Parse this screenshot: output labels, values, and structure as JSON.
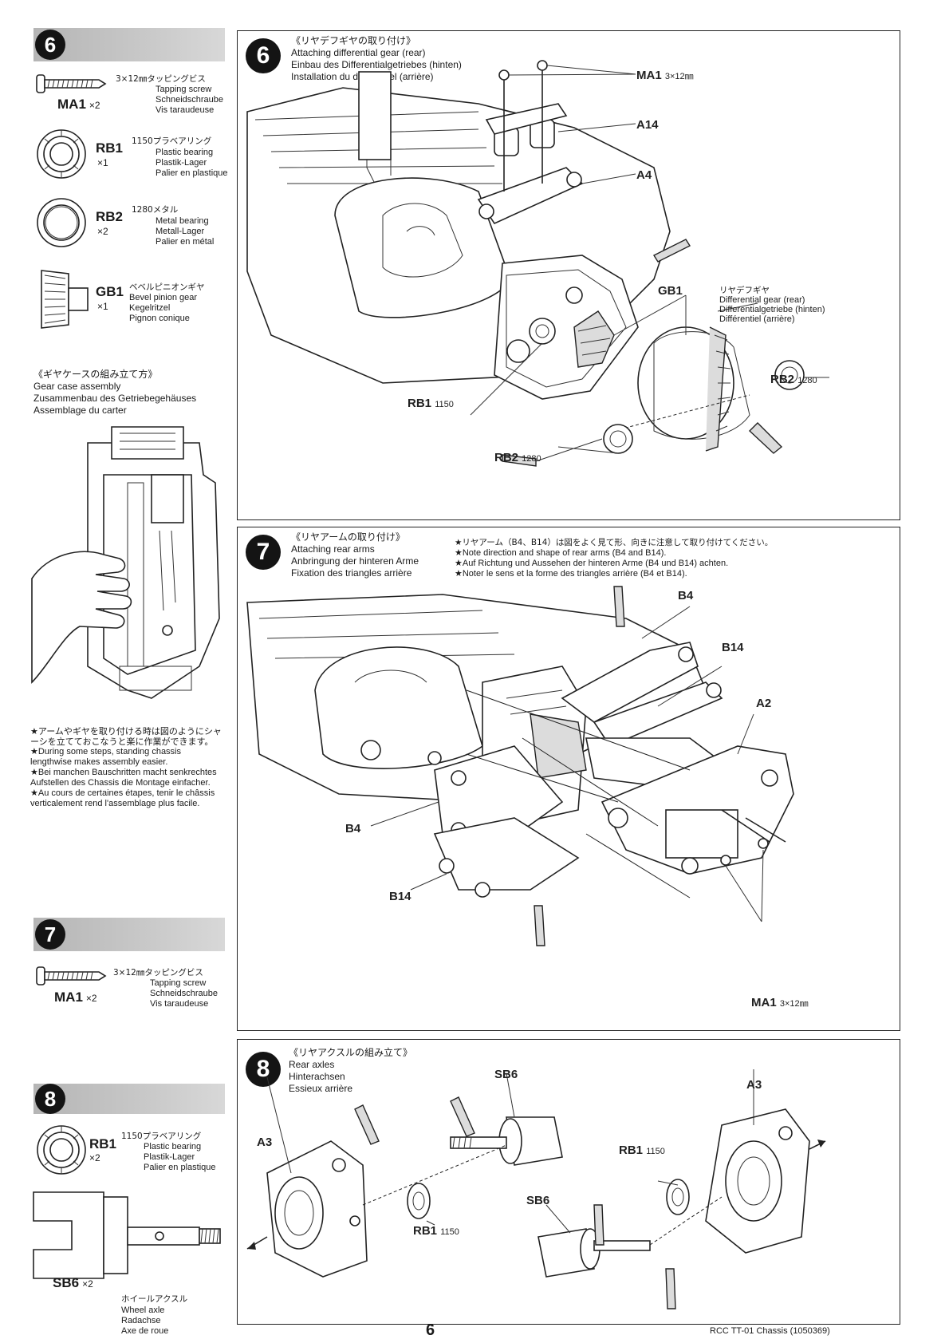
{
  "left": {
    "step6": {
      "num": "6",
      "parts": [
        {
          "code": "MA1",
          "qty": "×2",
          "jp": "3×12㎜タッピングビス",
          "lines": [
            "Tapping screw",
            "Schneidschraube",
            "Vis taraudeuse"
          ]
        },
        {
          "code": "RB1",
          "qty": "×1",
          "jp": "1150プラベアリング",
          "lines": [
            "Plastic bearing",
            "Plastik-Lager",
            "Palier en plastique"
          ]
        },
        {
          "code": "RB2",
          "qty": "×2",
          "jp": "1280メタル",
          "lines": [
            "Metal bearing",
            "Metall-Lager",
            "Palier en métal"
          ]
        },
        {
          "code": "GB1",
          "qty": "×1",
          "jp": "ベベルピニオンギヤ",
          "lines": [
            "Bevel pinion gear",
            "Kegelritzel",
            "Pignon conique"
          ]
        }
      ]
    },
    "gearcase": {
      "jp": "《ギヤケースの組み立て方》",
      "lines": [
        "Gear case assembly",
        "Zusammenbau des Getriebegehäuses",
        "Assemblage du carter"
      ]
    },
    "tip": {
      "jp": "★アームやギヤを取り付ける時は図のようにシャーシを立てておこなうと楽に作業ができます。",
      "en": "★During some steps, standing chassis lengthwise makes assembly easier.",
      "de": "★Bei manchen Bauschritten macht senkrechtes Aufstellen des Chassis die Montage einfacher.",
      "fr": "★Au cours de certaines étapes, tenir le châssis verticalement rend l'assemblage plus facile."
    },
    "step7": {
      "num": "7",
      "parts": [
        {
          "code": "MA1",
          "qty": "×2",
          "jp": "3×12㎜タッピングビス",
          "lines": [
            "Tapping screw",
            "Schneidschraube",
            "Vis taraudeuse"
          ]
        }
      ]
    },
    "step8": {
      "num": "8",
      "parts": [
        {
          "code": "RB1",
          "qty": "×2",
          "jp": "1150プラベアリング",
          "lines": [
            "Plastic bearing",
            "Plastik-Lager",
            "Palier en plastique"
          ]
        },
        {
          "code": "SB6",
          "qty": "×2",
          "jp": "ホイールアクスル",
          "lines": [
            "Wheel axle",
            "Radachse",
            "Axe de roue"
          ]
        }
      ]
    }
  },
  "panel6": {
    "num": "6",
    "jp": "《リヤデフギヤの取り付け》",
    "lines": [
      "Attaching differential gear (rear)",
      "Einbau des Differentialgetriebes (hinten)",
      "Installation du différentiel (arrière)"
    ],
    "labels": {
      "ma1": "MA1",
      "ma1_sub": "3×12㎜",
      "a14": "A14",
      "a4": "A4",
      "gb1": "GB1",
      "diff_jp": "リヤデフギヤ",
      "diff_lines": [
        "Differential gear (rear)",
        "Differentialgetriebe (hinten)",
        "Différentiel (arrière)"
      ],
      "rb2a": "RB2",
      "rb2a_sub": "1280",
      "rb1": "RB1",
      "rb1_sub": "1150",
      "rb2b": "RB2",
      "rb2b_sub": "1280"
    }
  },
  "panel7": {
    "num": "7",
    "jp": "《リヤアームの取り付け》",
    "lines": [
      "Attaching rear arms",
      "Anbringung der hinteren Arme",
      "Fixation des triangles arrière"
    ],
    "notes": [
      "★リヤアーム（B4、B14）は図をよく見て形、向きに注意して取り付けてください。",
      "★Note direction and shape of rear arms (B4 and B14).",
      "★Auf Richtung und Aussehen der hinteren Arme (B4 und B14) achten.",
      "★Noter le sens et la forme des triangles arrière (B4 et B14)."
    ],
    "labels": {
      "b4a": "B4",
      "b14a": "B14",
      "a2": "A2",
      "b4b": "B4",
      "b14b": "B14",
      "ma1": "MA1",
      "ma1_sub": "3×12㎜"
    }
  },
  "panel8": {
    "num": "8",
    "jp": "《リヤアクスルの組み立て》",
    "lines": [
      "Rear axles",
      "Hinterachsen",
      "Essieux arrière"
    ],
    "labels": {
      "sb6a": "SB6",
      "a3a": "A3",
      "a3b": "A3",
      "rb1a": "RB1",
      "rb1a_sub": "1150",
      "rb1b": "RB1",
      "rb1b_sub": "1150",
      "sb6b": "SB6"
    }
  },
  "footer": {
    "page": "6",
    "doc": "RCC TT-01 Chassis (1050369)"
  }
}
